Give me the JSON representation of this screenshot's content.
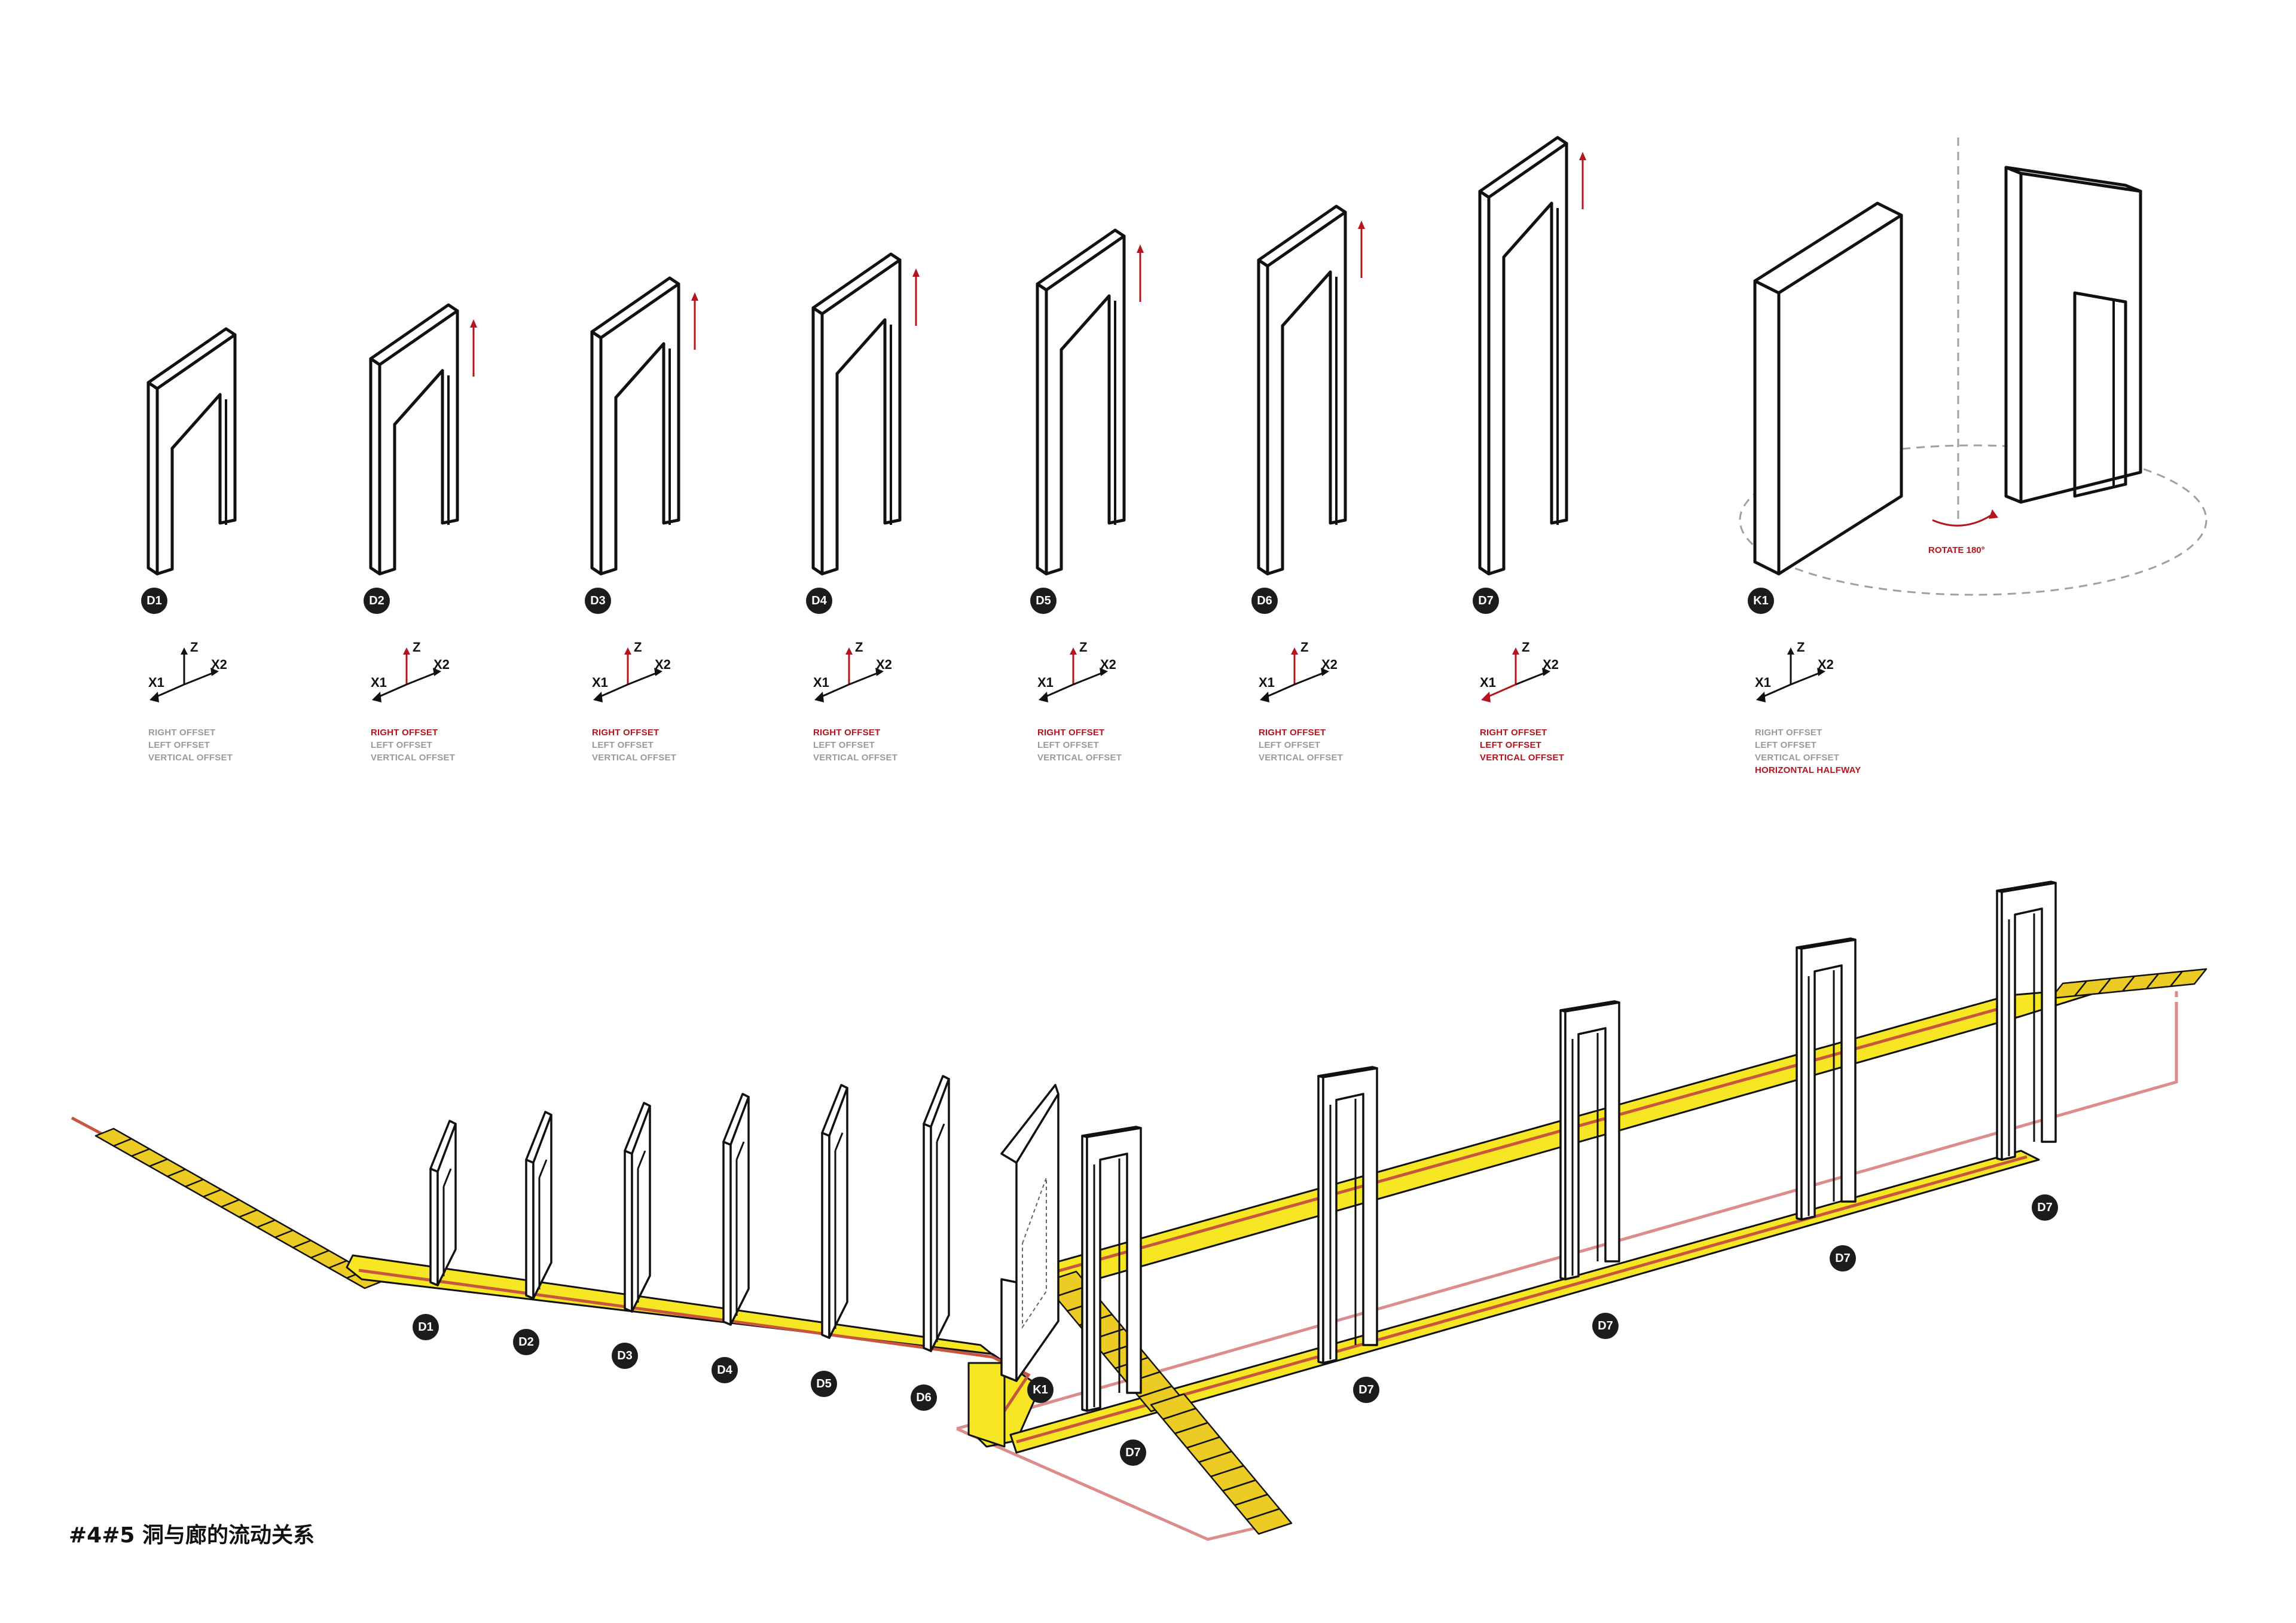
{
  "diagram": {
    "caption": "#4#5 洞与廊的流动关系",
    "axis_labels": {
      "z": "Z",
      "x1": "X1",
      "x2": "X2"
    },
    "rotate_label": "ROTATE 180°",
    "frames": [
      {
        "id": "D1",
        "legend": [
          {
            "text": "RIGHT OFFSET",
            "state": "gray"
          },
          {
            "text": "LEFT OFFSET",
            "state": "gray"
          },
          {
            "text": "VERTICAL OFFSET",
            "state": "gray"
          }
        ]
      },
      {
        "id": "D2",
        "legend": [
          {
            "text": "RIGHT OFFSET",
            "state": "red"
          },
          {
            "text": "LEFT OFFSET",
            "state": "gray"
          },
          {
            "text": "VERTICAL OFFSET",
            "state": "gray"
          }
        ]
      },
      {
        "id": "D3",
        "legend": [
          {
            "text": "RIGHT OFFSET",
            "state": "red"
          },
          {
            "text": "LEFT OFFSET",
            "state": "gray"
          },
          {
            "text": "VERTICAL OFFSET",
            "state": "gray"
          }
        ]
      },
      {
        "id": "D4",
        "legend": [
          {
            "text": "RIGHT OFFSET",
            "state": "red"
          },
          {
            "text": "LEFT OFFSET",
            "state": "gray"
          },
          {
            "text": "VERTICAL OFFSET",
            "state": "gray"
          }
        ]
      },
      {
        "id": "D5",
        "legend": [
          {
            "text": "RIGHT OFFSET",
            "state": "red"
          },
          {
            "text": "LEFT OFFSET",
            "state": "gray"
          },
          {
            "text": "VERTICAL OFFSET",
            "state": "gray"
          }
        ]
      },
      {
        "id": "D6",
        "legend": [
          {
            "text": "RIGHT OFFSET",
            "state": "red"
          },
          {
            "text": "LEFT OFFSET",
            "state": "gray"
          },
          {
            "text": "VERTICAL OFFSET",
            "state": "gray"
          }
        ]
      },
      {
        "id": "D7",
        "legend": [
          {
            "text": "RIGHT OFFSET",
            "state": "red"
          },
          {
            "text": "LEFT OFFSET",
            "state": "red"
          },
          {
            "text": "VERTICAL OFFSET",
            "state": "red"
          }
        ]
      },
      {
        "id": "K1",
        "legend": [
          {
            "text": "RIGHT OFFSET",
            "state": "gray"
          },
          {
            "text": "LEFT OFFSET",
            "state": "gray"
          },
          {
            "text": "VERTICAL OFFSET",
            "state": "gray"
          },
          {
            "text": "HORIZONTAL HALFWAY",
            "state": "red"
          }
        ]
      }
    ],
    "sequence_labels": [
      "D1",
      "D2",
      "D3",
      "D4",
      "D5",
      "D6",
      "K1",
      "D7",
      "D7",
      "D7",
      "D7",
      "D7"
    ]
  },
  "colors": {
    "corridor_yellow": "#f7e623",
    "stair_yellow": "#eccb25",
    "path_red": "#c8553d",
    "outline_pink": "#dd8c8c",
    "highlight_red": "#b4141e",
    "inactive_gray": "#9a9a9a",
    "badge_black": "#1c1c1c"
  }
}
